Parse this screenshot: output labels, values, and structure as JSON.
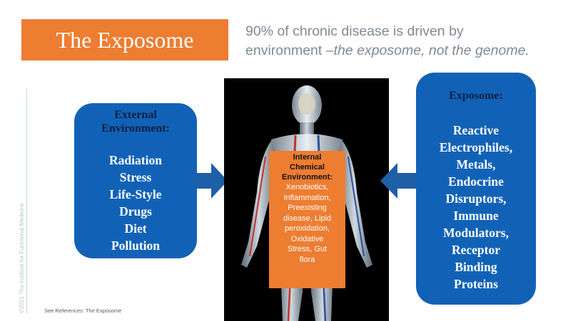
{
  "slide": {
    "title": "The Exposome",
    "subtitle_line1": "90% of chronic disease is driven by",
    "subtitle_line2_plain": "environment –",
    "subtitle_line2_italic": "the exposome, not the genome."
  },
  "external_box": {
    "heading_line1": "External",
    "heading_line2": "Environment:",
    "items": [
      "Radiation",
      "Stress",
      "Life-Style",
      "Drugs",
      "Diet",
      "Pollution"
    ]
  },
  "internal_box": {
    "heading_line1": "Internal",
    "heading_line2": "Chemical",
    "heading_line3": "Environment:",
    "items": [
      "Xenobiotics,",
      "Inflammation,",
      "Preexisting",
      "disease, Lipid",
      "peroxidation,",
      "Oxidative",
      "Stress, Gut",
      "flora"
    ]
  },
  "exposome_box": {
    "heading": "Exposome:",
    "items": [
      "Reactive",
      "Electrophiles,",
      "Metals,",
      "Endocrine",
      "Disruptors,",
      "Immune",
      "Modulators,",
      "Receptor",
      "Binding",
      "Proteins"
    ]
  },
  "footer": {
    "copyright": "©2021 The Institute for Functional Medicine",
    "reference": "See References: The Exposome"
  },
  "colors": {
    "orange": "#ed7d31",
    "blue_box": "#1162b6",
    "arrow": "#1e5fa8",
    "subtitle": "#7f8a96"
  }
}
